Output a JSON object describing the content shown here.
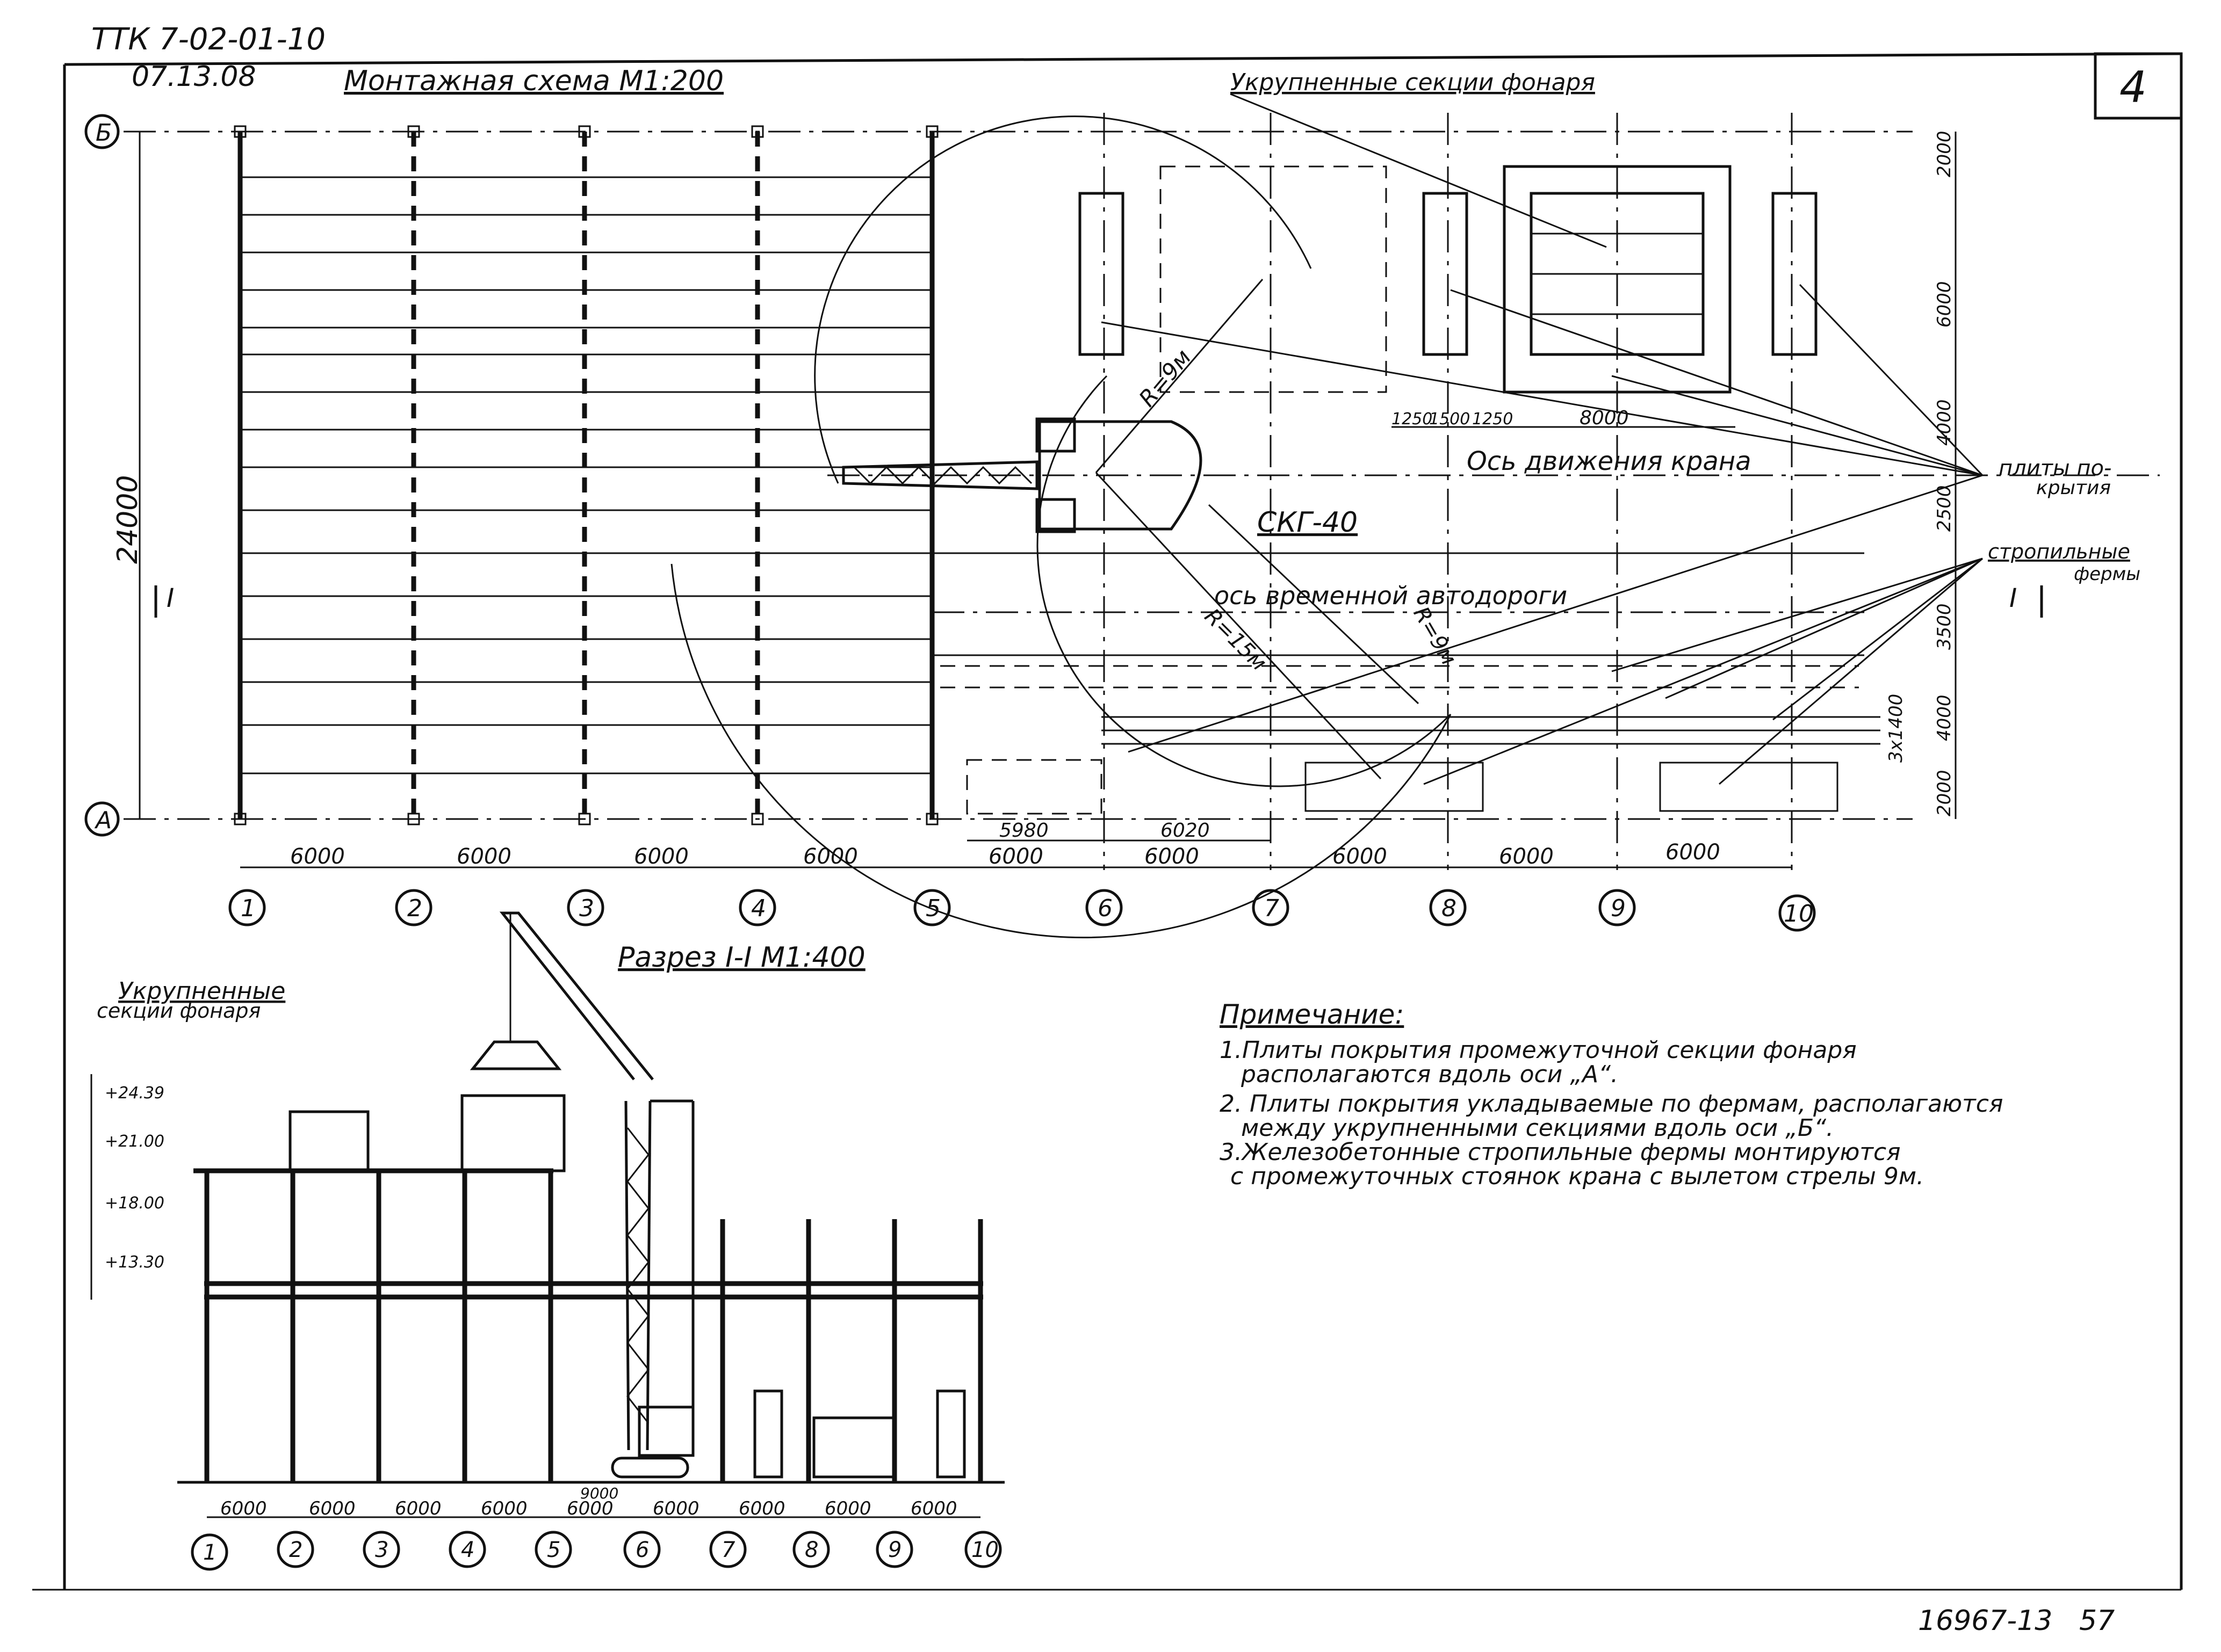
{
  "header": {
    "code": "ТТК 7-02-01-10",
    "date": "07.13.08",
    "sheet_number": "4"
  },
  "plan": {
    "title": "Монтажная схема М1:200",
    "axis_rows": [
      "Б",
      "А"
    ],
    "axis_columns": [
      "1",
      "2",
      "3",
      "4",
      "5",
      "6",
      "7",
      "8",
      "9",
      "10"
    ],
    "span_dims": [
      "6000",
      "6000",
      "6000",
      "6000",
      "6000",
      "6000",
      "6000",
      "6000",
      "6000"
    ],
    "overall_dim": "24000",
    "section_mark": "I",
    "labels": {
      "lantern_sections": "Укрупненные секции фонаря",
      "crane_axis": "Ось движения крана",
      "crane_model": "СКГ-40",
      "road_axis": "ось временной автодороги",
      "roof_slabs": [
        "плиты по-",
        "крытия"
      ],
      "trusses": [
        "стропильные",
        "фермы"
      ],
      "r9_top": "R=9м",
      "r15": "R=15м",
      "r9_bottom": "R=9м"
    },
    "right_dims": [
      "2000",
      "6000",
      "4000",
      "2500",
      "3500",
      "4000",
      "3x1400",
      "2000"
    ],
    "lantern_dims": [
      "1250",
      "1500",
      "1250",
      "8000"
    ],
    "bottom_dims": [
      "5980",
      "6020"
    ]
  },
  "section": {
    "title": "Разрез I-I М1:400",
    "lantern_label": [
      "Укрупненные",
      "секции фонаря"
    ],
    "levels": [
      "+24.39",
      "+21.00",
      "+18.00",
      "+13.30"
    ],
    "axis_columns": [
      "1",
      "2",
      "3",
      "4",
      "5",
      "6",
      "7",
      "8",
      "9",
      "10"
    ],
    "span_dims": [
      "6000",
      "6000",
      "6000",
      "6000",
      "6000",
      "6000",
      "6000",
      "6000",
      "6000"
    ],
    "extra_dim": "9000"
  },
  "notes": {
    "title": "Примечание:",
    "items": [
      "1.Плиты покрытия промежуточной секции фонаря",
      "располагаются вдоль оси „А“.",
      "2. Плиты покрытия укладываемые по фермам, располагаются",
      "между укрупненными секциями вдоль оси „Б“.",
      "3.Железобетонные стропильные фермы монтируются",
      "с промежуточных стоянок крана с вылетом стрелы 9м."
    ]
  },
  "footer": {
    "doc_number": "16967-13",
    "page": "57"
  }
}
